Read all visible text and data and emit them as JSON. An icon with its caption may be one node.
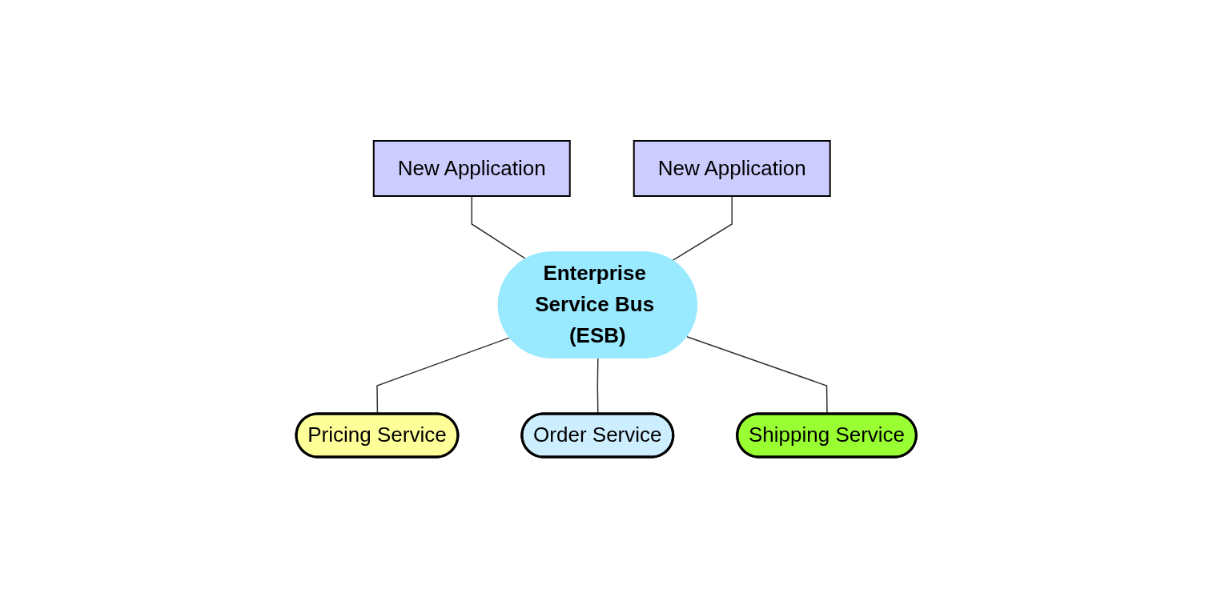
{
  "diagram": {
    "nodes": [
      {
        "text": [
          "New Application"
        ]
      },
      {
        "text": [
          "New Application"
        ]
      },
      {
        "text": [
          "Enterprise Service Bus (ESB)"
        ]
      },
      {
        "text": [
          "Pricing Service"
        ]
      },
      {
        "text": [
          "Order Service"
        ]
      },
      {
        "text": [
          "Shipping Service"
        ]
      }
    ],
    "edges": [
      {
        "from": 0,
        "to": 2,
        "arrow": "none"
      },
      {
        "from": 1,
        "to": 2,
        "arrow": "none"
      },
      {
        "from": 2,
        "to": 3,
        "arrow": "none"
      },
      {
        "from": 2,
        "to": 4,
        "arrow": "none"
      },
      {
        "from": 2,
        "to": 5,
        "arrow": "none"
      }
    ]
  }
}
